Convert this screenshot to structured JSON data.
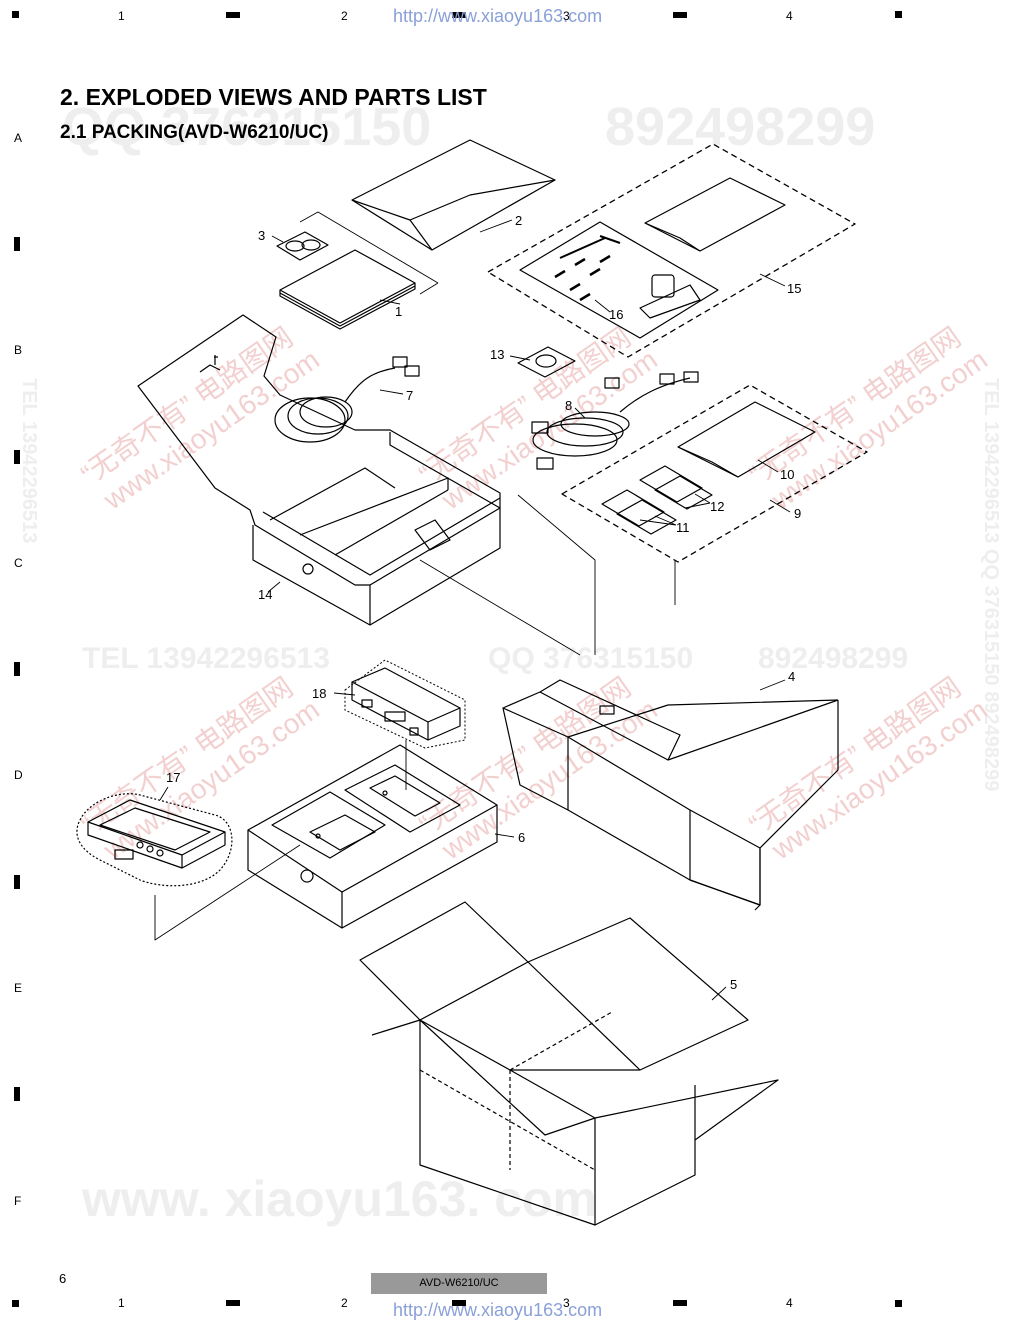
{
  "url": "http://www.xiaoyu163.com",
  "grid": {
    "columns": [
      "1",
      "2",
      "3",
      "4"
    ],
    "rows": [
      "A",
      "B",
      "C",
      "D",
      "E",
      "F"
    ]
  },
  "watermarks": {
    "qq_top": "QQ 376315150",
    "num_top": "892498299",
    "tel_mid": "TEL 13942296513",
    "qq_mid": "QQ 376315150",
    "num_mid": "892498299",
    "site_bottom": "www. xiaoyu163. com",
    "stamp_cn": "“无奇不有” 电路图网",
    "stamp_site": "www.xiaoyu163.com",
    "side_right": "TEL 13942296513  QQ 376315150  892498299",
    "side_left": "TEL 13942296513"
  },
  "heading": "2. EXPLODED VIEWS AND PARTS LIST",
  "subheading": "2.1 PACKING(AVD-W6210/UC)",
  "callouts": [
    "1",
    "2",
    "3",
    "4",
    "5",
    "6",
    "7",
    "8",
    "9",
    "10",
    "11",
    "12",
    "13",
    "14",
    "15",
    "16",
    "17",
    "18"
  ],
  "page_number": "6",
  "model": "AVD-W6210/UC"
}
